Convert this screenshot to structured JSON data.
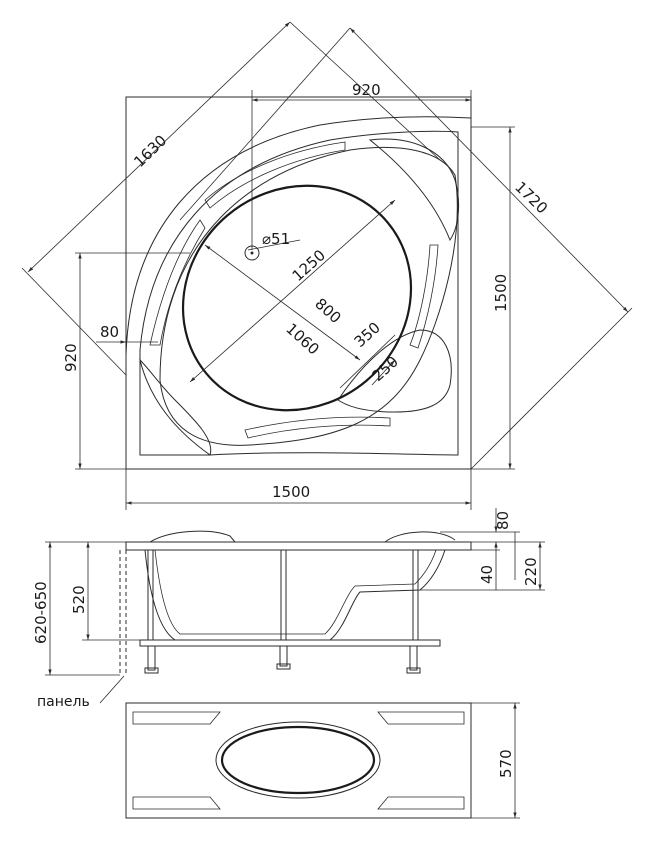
{
  "dimensions": {
    "top_width": "920",
    "diagonal_outer": "1630",
    "diagonal_right": "1720",
    "right_height": "1500",
    "bottom_width": "1500",
    "left_height": "920",
    "rim_offset": "80",
    "drain_diameter": "⌀51",
    "long_axis": "1250",
    "short_axis": "800",
    "cross_axis": "1060",
    "seat_depth": "350",
    "seat_radius": "250",
    "side_total_height": "620-650",
    "side_inner_height": "520",
    "rim_top": "80",
    "rim_small": "40",
    "rim_height": "220",
    "panel_height": "570"
  },
  "labels": {
    "panel": "панель"
  },
  "colors": {
    "line": "#2b2b2b",
    "background": "#ffffff"
  }
}
